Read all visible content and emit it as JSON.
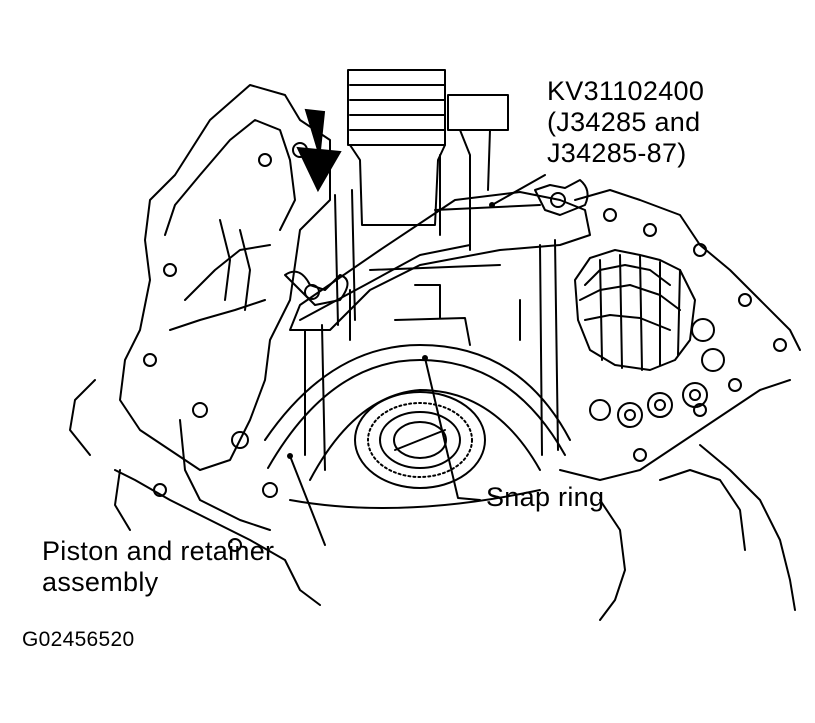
{
  "callouts": {
    "tool": {
      "line1": "KV31102400",
      "line2": "(J34285 and",
      "line3": "J34285-87)"
    },
    "snap_ring": "Snap ring",
    "piston": {
      "line1": "Piston and retainer",
      "line2": "assembly"
    }
  },
  "figure_id": "G02456520"
}
